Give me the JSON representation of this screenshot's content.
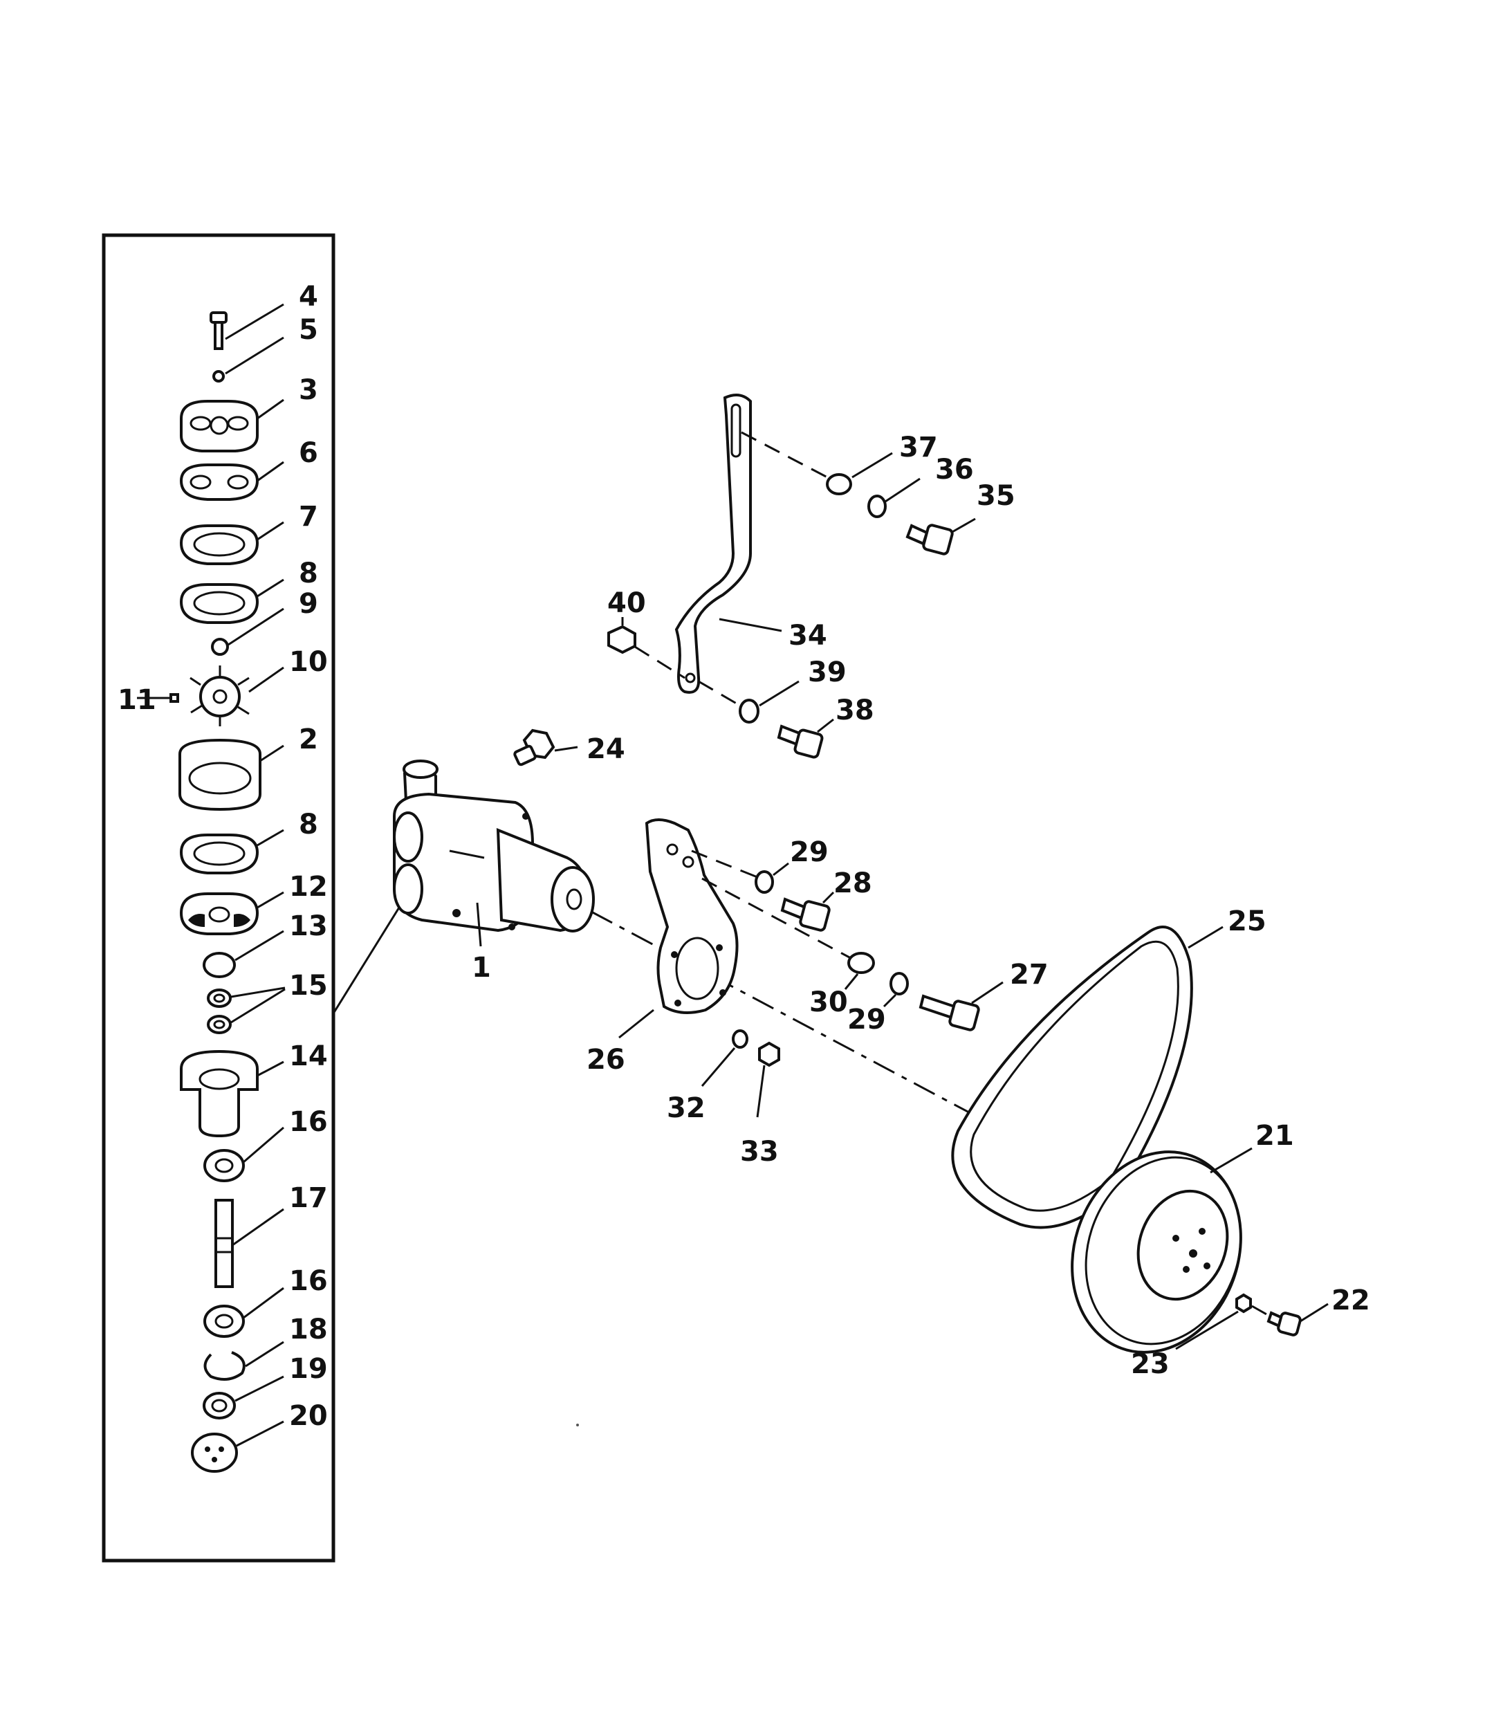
{
  "callouts": {
    "c1": "1",
    "c2": "2",
    "c3": "3",
    "c4": "4",
    "c5": "5",
    "c6": "6",
    "c7": "7",
    "c8a": "8",
    "c8b": "8",
    "c9": "9",
    "c10": "10",
    "c11": "11",
    "c12": "12",
    "c13": "13",
    "c14": "14",
    "c15": "15",
    "c16a": "16",
    "c16b": "16",
    "c17": "17",
    "c18": "18",
    "c19": "19",
    "c20": "20",
    "c21": "21",
    "c22": "22",
    "c23": "23",
    "c24": "24",
    "c25": "25",
    "c26": "26",
    "c27": "27",
    "c28": "28",
    "c29a": "29",
    "c29b": "29",
    "c30": "30",
    "c32": "32",
    "c33": "33",
    "c34": "34",
    "c35": "35",
    "c36": "36",
    "c37": "37",
    "c38": "38",
    "c39": "39",
    "c40": "40"
  }
}
